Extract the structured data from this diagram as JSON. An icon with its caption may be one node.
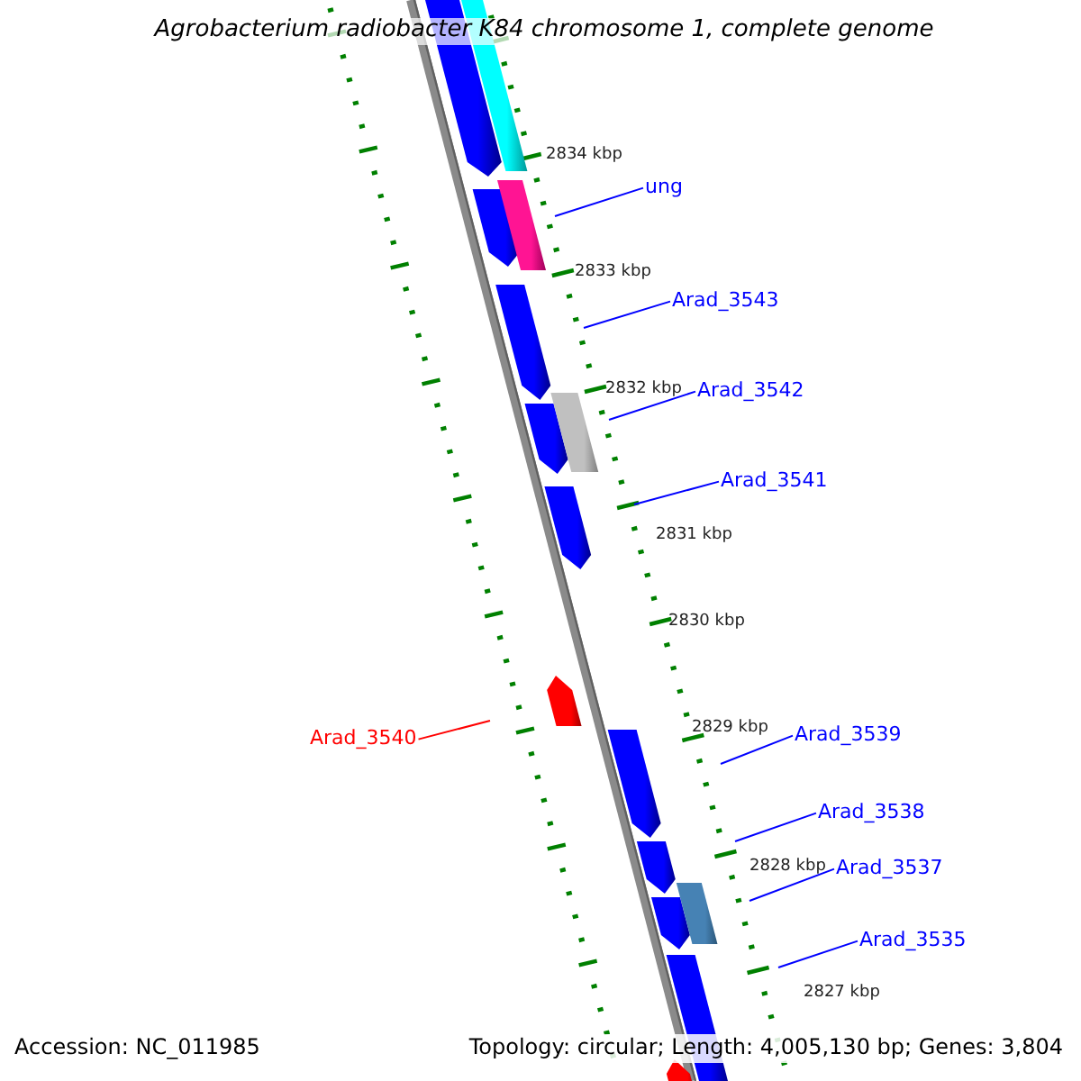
{
  "diagram": {
    "title": "Agrobacterium radiobacter K84 chromosome 1, complete genome",
    "nodes": [
      {
        "text": [
          "ung"
        ]
      },
      {
        "text": [
          "Arad_3543"
        ]
      },
      {
        "text": [
          "Arad_3542"
        ]
      },
      {
        "text": [
          "Arad_3541"
        ]
      },
      {
        "text": [
          "Arad_3540"
        ]
      },
      {
        "text": [
          "Arad_3539"
        ]
      },
      {
        "text": [
          "Arad_3538"
        ]
      },
      {
        "text": [
          "Arad_3537"
        ]
      },
      {
        "text": [
          "Arad_3535"
        ]
      }
    ],
    "edges": [
      {
        "from": 0,
        "to": null,
        "arrow": "none"
      },
      {
        "from": 1,
        "to": null,
        "arrow": "none"
      },
      {
        "from": 2,
        "to": null,
        "arrow": "none"
      },
      {
        "from": 3,
        "to": null,
        "arrow": "none"
      },
      {
        "from": 4,
        "to": null,
        "arrow": "none",
        "color": "#ff0000"
      },
      {
        "from": 5,
        "to": null,
        "arrow": "none"
      },
      {
        "from": 6,
        "to": null,
        "arrow": "none"
      },
      {
        "from": 7,
        "to": null,
        "arrow": "none"
      },
      {
        "from": 8,
        "to": null,
        "arrow": "none"
      }
    ],
    "labels": [
      "2834 kbp",
      "2833 kbp",
      "2832 kbp",
      "2831 kbp",
      "2830 kbp",
      "2829 kbp",
      "2828 kbp",
      "2827 kbp",
      "Accession: NC_011985",
      "Topology: circular; Length: 4,005,130 bp; Genes: 3,804"
    ]
  }
}
